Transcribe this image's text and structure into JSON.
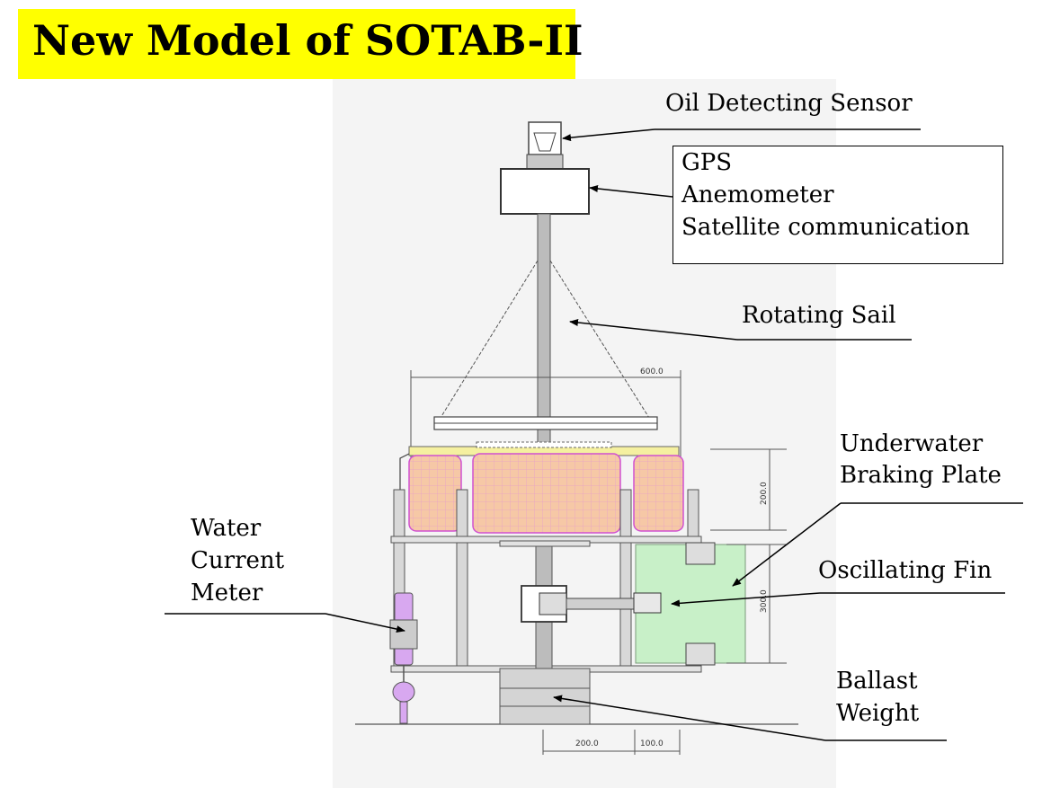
{
  "title": "New Model of SOTAB-II",
  "labels": {
    "oil_sensor": "Oil Detecting Sensor",
    "components": [
      "GPS",
      "Anemometer",
      "Satellite communication"
    ],
    "rotating_sail": "Rotating Sail",
    "braking_plate": [
      "Underwater",
      "Braking  Plate"
    ],
    "oscillating_fin": "Oscillating Fin",
    "water_current_meter": [
      "Water",
      "Current",
      "Meter"
    ],
    "ballast_weight": [
      "Ballast",
      "Weight"
    ]
  },
  "dimensions": {
    "top_width": "600.0",
    "right_upper": "200.0",
    "right_lower": "300.0",
    "bottom_left": "200.0",
    "bottom_right": "100.0"
  },
  "colors": {
    "title_bg": "#ffff00",
    "float_fill": "#f4c8a8",
    "float_outline": "#e060e0",
    "fin_fill": "#c8f0c8",
    "meter_fill": "#d8a8f0"
  }
}
